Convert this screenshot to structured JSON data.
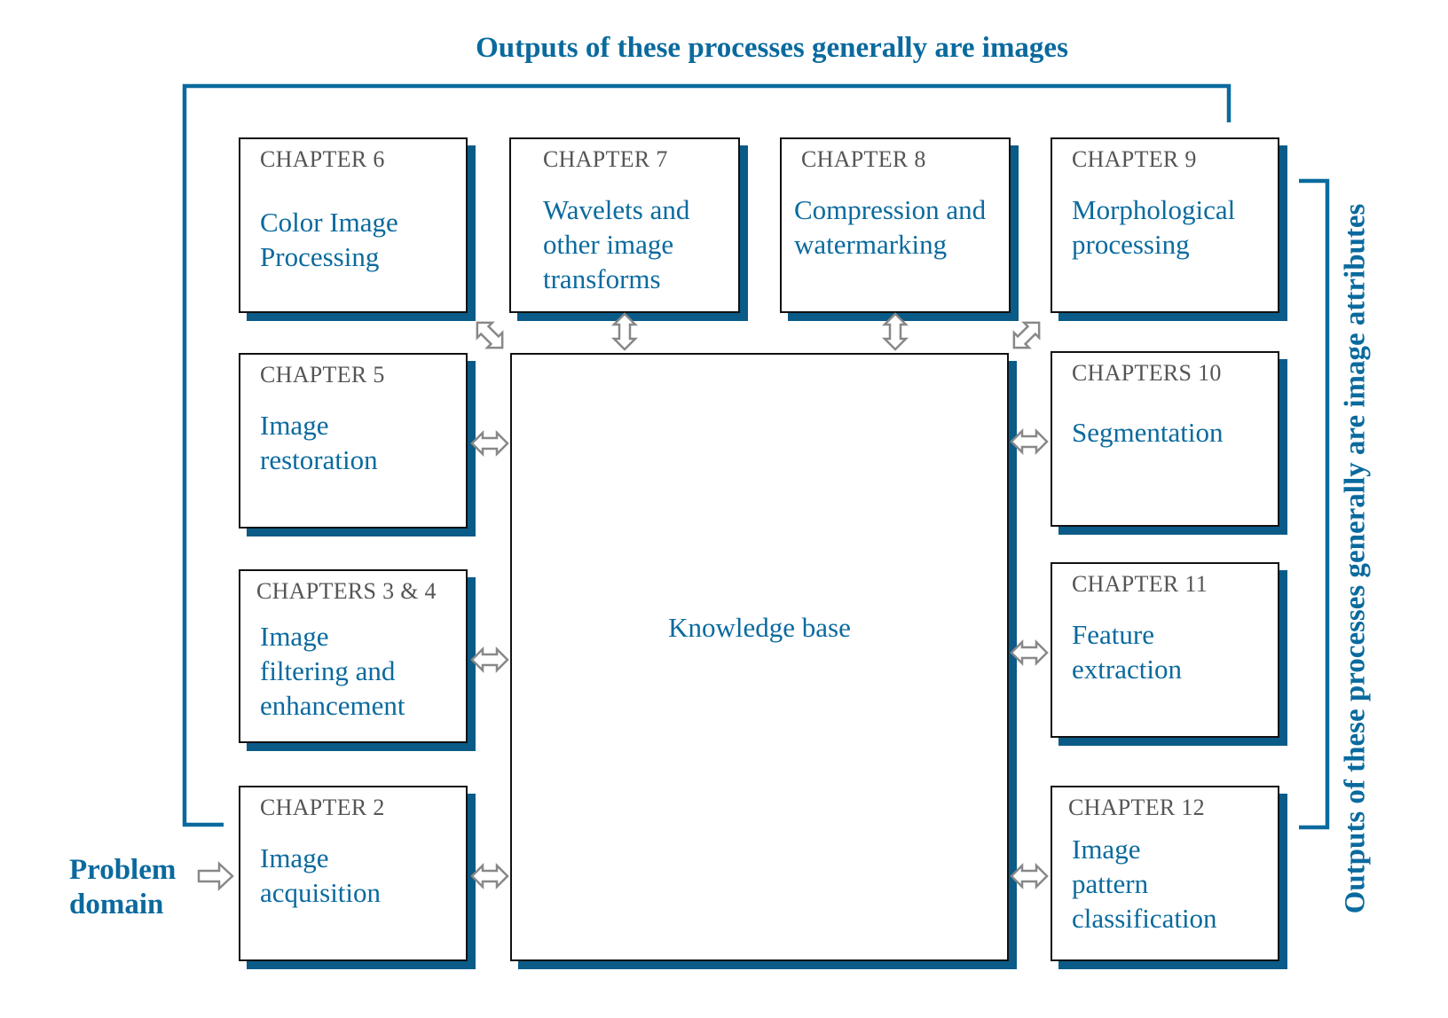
{
  "diagram": {
    "top_caption": "Outputs of these processes generally are images",
    "side_caption": "Outputs of these processes generally are image attributes",
    "problem_domain": [
      "Problem",
      "domain"
    ],
    "knowledge_base": "Knowledge base",
    "boxes": {
      "ch6": {
        "chapter": "CHAPTER 6",
        "lines": [
          "Color Image",
          "Processing"
        ]
      },
      "ch7": {
        "chapter": "CHAPTER 7",
        "lines": [
          "Wavelets and",
          "other image",
          "transforms"
        ]
      },
      "ch8": {
        "chapter": "CHAPTER 8",
        "lines": [
          "Compression and",
          "watermarking"
        ]
      },
      "ch9": {
        "chapter": "CHAPTER 9",
        "lines": [
          "Morphological",
          "processing"
        ]
      },
      "ch5": {
        "chapter": "CHAPTER 5",
        "lines": [
          "Image",
          "restoration"
        ]
      },
      "ch10": {
        "chapter": "CHAPTERS 10",
        "lines": [
          "Segmentation"
        ]
      },
      "ch34": {
        "chapter": "CHAPTERS 3 & 4",
        "lines": [
          "Image",
          "filtering and",
          "enhancement"
        ]
      },
      "ch11": {
        "chapter": "CHAPTER 11",
        "lines": [
          "Feature",
          "extraction"
        ]
      },
      "ch2": {
        "chapter": "CHAPTER 2",
        "lines": [
          "Image",
          "acquisition"
        ]
      },
      "ch12": {
        "chapter": "CHAPTER 12",
        "lines": [
          "Image",
          "pattern",
          "classification"
        ]
      }
    },
    "colors": {
      "accent": "#0a6a9e",
      "shadow": "#0a5b87",
      "chapter_text": "#555555",
      "arrow": "#888888"
    }
  }
}
